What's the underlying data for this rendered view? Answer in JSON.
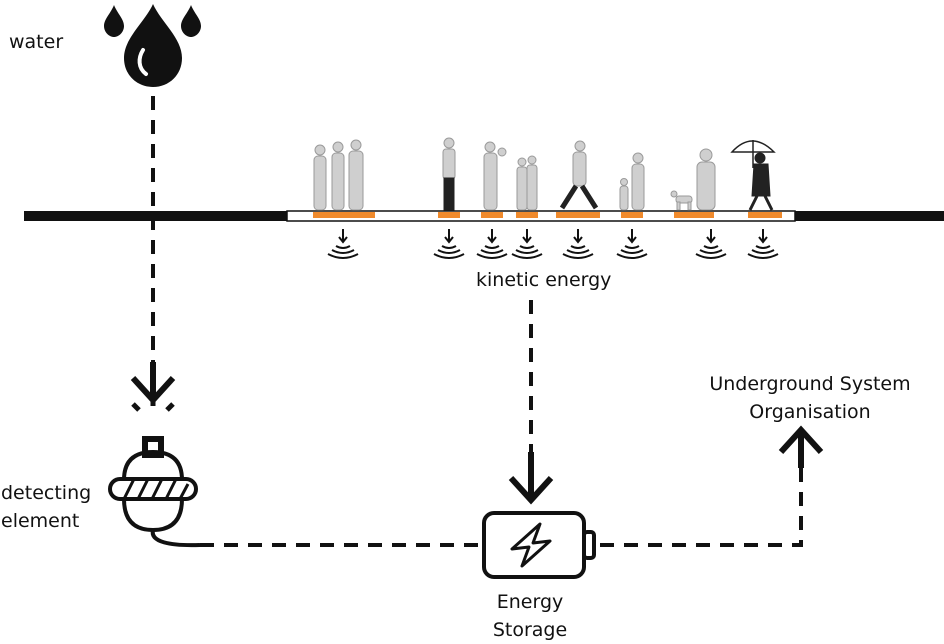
{
  "labels": {
    "water": "water",
    "kinetic": "kinetic energy",
    "underground": "Underground System Organisation",
    "detecting": "detecting element",
    "storage": "Energy Storage"
  },
  "colors": {
    "line": "#111111",
    "pad": "#f08a2c",
    "people": "#cfcfcf",
    "background": "#ffffff"
  },
  "icons": {
    "water": "water-drops-icon",
    "sensor": "detecting-element-icon",
    "battery": "battery-charge-icon",
    "vibration": "vibration-waves-icon",
    "arrow": "arrow-icon"
  }
}
